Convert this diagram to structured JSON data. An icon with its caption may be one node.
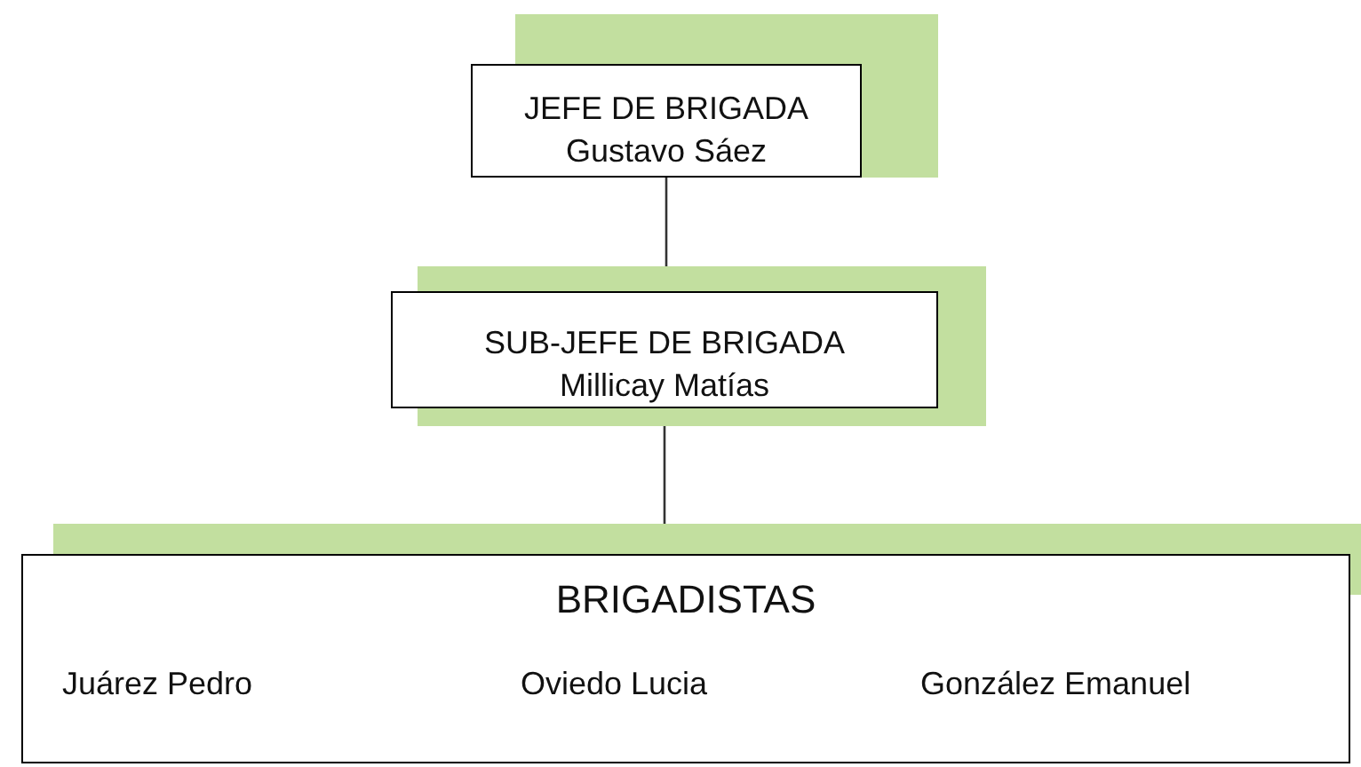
{
  "diagram": {
    "nodes": [
      {
        "text": [
          "JEFE DE BRIGADA",
          "Gustavo Sáez"
        ]
      },
      {
        "text": [
          "SUB-JEFE DE BRIGADA",
          "Millicay Matías"
        ]
      },
      {
        "text": [
          "BRIGADISTAS",
          "Juárez Pedro",
          "Oviedo Lucia",
          "González Emanuel"
        ]
      }
    ],
    "edges": [
      {
        "from": 0,
        "to": 1,
        "arrow": "none"
      },
      {
        "from": 1,
        "to": 2,
        "arrow": "none"
      }
    ]
  }
}
